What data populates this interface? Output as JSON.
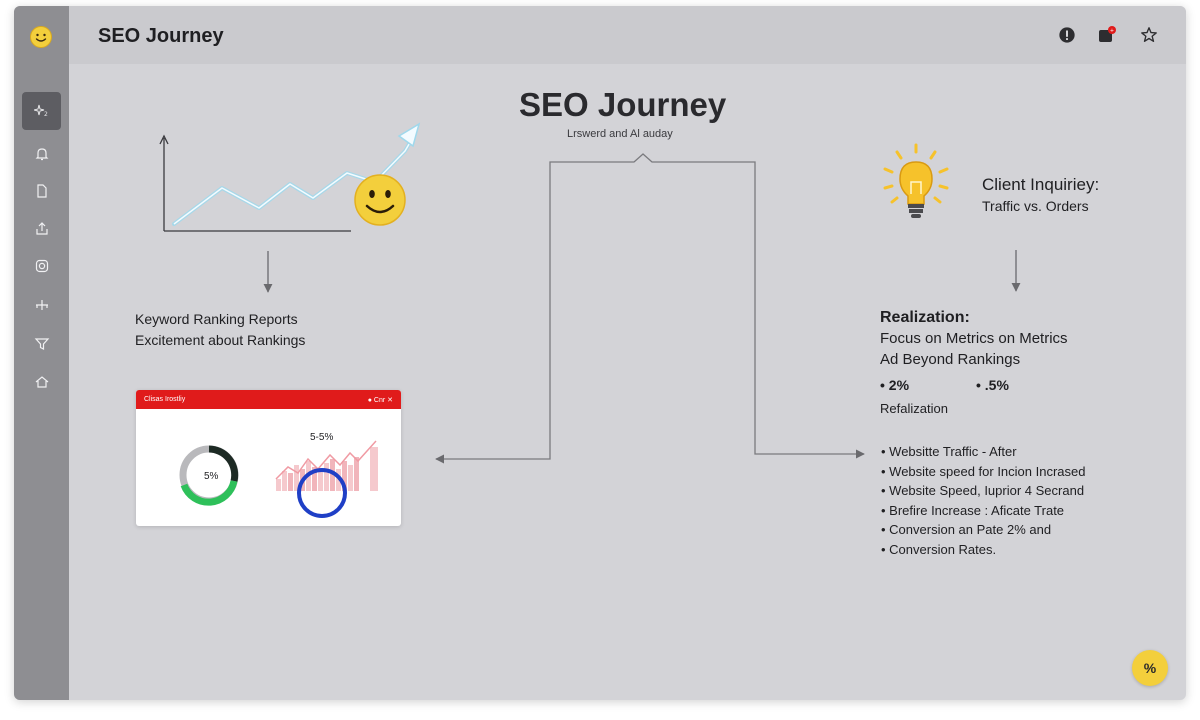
{
  "app": {
    "title": "SEO Journey",
    "logo_icon": "smiley-logo-icon"
  },
  "sidebar": {
    "items": [
      {
        "icon": "sparkle-icon",
        "active": true
      },
      {
        "icon": "bell-icon"
      },
      {
        "icon": "document-icon"
      },
      {
        "icon": "upload-icon"
      },
      {
        "icon": "instagram-icon"
      },
      {
        "icon": "balance-icon"
      },
      {
        "icon": "funnel-icon"
      },
      {
        "icon": "home-icon"
      }
    ]
  },
  "topbar": {
    "icons": [
      "info-icon",
      "notification-icon",
      "star-icon"
    ],
    "notification_badge_color": "#e01b1b"
  },
  "diagram": {
    "title": "SEO Journey",
    "subtitle": "Lrswerd and Al auday",
    "left": {
      "heading": "Keyword Ranking Reports",
      "subheading": "Excitement about Rankings",
      "card": {
        "header_title": "Clisas Irostliy",
        "header_right": "● Cnr ✕",
        "donut_label": "5%",
        "bar_label": "5-5%"
      }
    },
    "right": {
      "inquiry_title": "Client Inquiriey:",
      "inquiry_sub": "Traffic vs. Orders",
      "realization_title": "Realization:",
      "realization_line1": "Focus on Metrics on Metrics",
      "realization_line2": "Ad Beyond Rankings",
      "stat1": "• 2%",
      "stat2": "• .5%",
      "realization_footer": "Refalization",
      "bullets": [
        " Websitte Traffic - After",
        "Website speed for Incion Incrased",
        "Website Speed, Iuprior 4 Secrand",
        "Brefire Increase : Aficate Trate",
        "Conversion an Pate 2% and",
        "Conversion Rates."
      ]
    },
    "fab_label": "%"
  },
  "colors": {
    "accent_red": "#e01b1b",
    "donut_green": "#2ec05a",
    "ring_blue": "#1f3fc6",
    "bulb_yellow": "#f6c22b",
    "smiley_yellow": "#f3cf3c"
  }
}
